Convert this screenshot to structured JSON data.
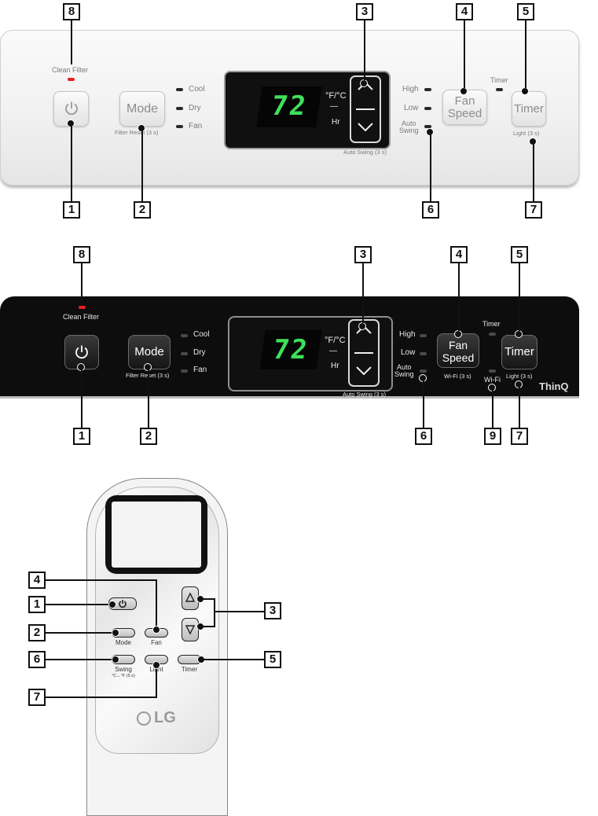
{
  "panel_white": {
    "clean_filter": "Clean Filter",
    "mode_button": "Mode",
    "filter_reset": "Filter Reset (3 s)",
    "mode_options": [
      "Cool",
      "Dry",
      "Fan"
    ],
    "display_digits": "72",
    "unit_top": "°F/°C",
    "unit_sep": "—",
    "unit_bottom": "Hr",
    "auto_swing_note": "Auto Swing (3 s)",
    "speed_options": [
      "High",
      "Low",
      "Auto\nSwing"
    ],
    "fan_speed_button": "Fan\nSpeed",
    "timer_label": "Timer",
    "timer_button": "Timer",
    "light_note": "Light (3 s)",
    "callouts": [
      "8",
      "1",
      "2",
      "3",
      "4",
      "5",
      "6",
      "7"
    ]
  },
  "panel_black": {
    "clean_filter": "Clean Filter",
    "mode_button": "Mode",
    "filter_reset": "Filter Reset (3 s)",
    "mode_options": [
      "Cool",
      "Dry",
      "Fan"
    ],
    "display_digits": "72",
    "unit_top": "°F/°C",
    "unit_sep": "—",
    "unit_bottom": "Hr",
    "auto_swing_note": "Auto Swing (3 s)",
    "speed_options": [
      "High",
      "Low",
      "Auto\nSwing"
    ],
    "fan_speed_button": "Fan\nSpeed",
    "wifi_note": "Wi-Fi (3 s)",
    "timer_label": "Timer",
    "timer_button": "Timer",
    "wifi_label": "Wi-Fi",
    "light_note": "Light (3 s)",
    "brand": "ThinQ",
    "callouts": [
      "8",
      "1",
      "2",
      "3",
      "4",
      "5",
      "6",
      "9",
      "7"
    ]
  },
  "remote": {
    "mode": "Mode",
    "fan": "Fan",
    "swing": "Swing",
    "swing_note": "°C↔°F (5 s)",
    "light": "Light",
    "timer": "Timer",
    "logo": "LG",
    "callouts": [
      "4",
      "1",
      "2",
      "6",
      "7",
      "3",
      "5"
    ]
  },
  "colors": {
    "led_green": "#3fe05b",
    "clean_filter_led": "#e42020",
    "panel_black": "#0d0d0d"
  }
}
